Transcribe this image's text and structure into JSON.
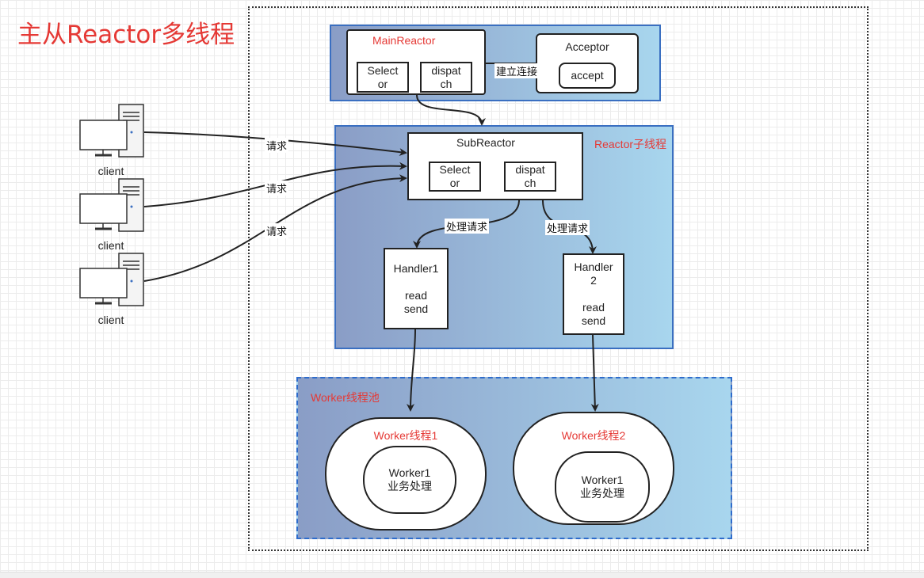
{
  "title": "主从Reactor多线程",
  "main_reactor": {
    "label": "MainReactor",
    "selector": "Select\nor",
    "dispatch": "dispat\nch"
  },
  "acceptor": {
    "label": "Acceptor",
    "accept": "accept"
  },
  "edge_connect": "建立连接",
  "sub_region_label": "Reactor子线程",
  "sub_reactor": {
    "label": "SubReactor",
    "selector": "Select\nor",
    "dispatch": "dispat\nch"
  },
  "edge_request": "请求",
  "edge_handle": "处理请求",
  "handler1": "Handler1\n\nread\nsend",
  "handler2": "Handler\n2\n\nread\nsend",
  "pool_label": "Worker线程池",
  "worker_thread1": {
    "label": "Worker线程1",
    "inner": "Worker1\n业务处理"
  },
  "worker_thread2": {
    "label": "Worker线程2",
    "inner": "Worker1\n业务处理"
  },
  "clients": [
    "client",
    "client",
    "client"
  ],
  "colors": {
    "title": "#e53935",
    "region_border": "#3a6fc1",
    "gradient_start": "#8a9dc6",
    "gradient_end": "#a8d6ee"
  }
}
